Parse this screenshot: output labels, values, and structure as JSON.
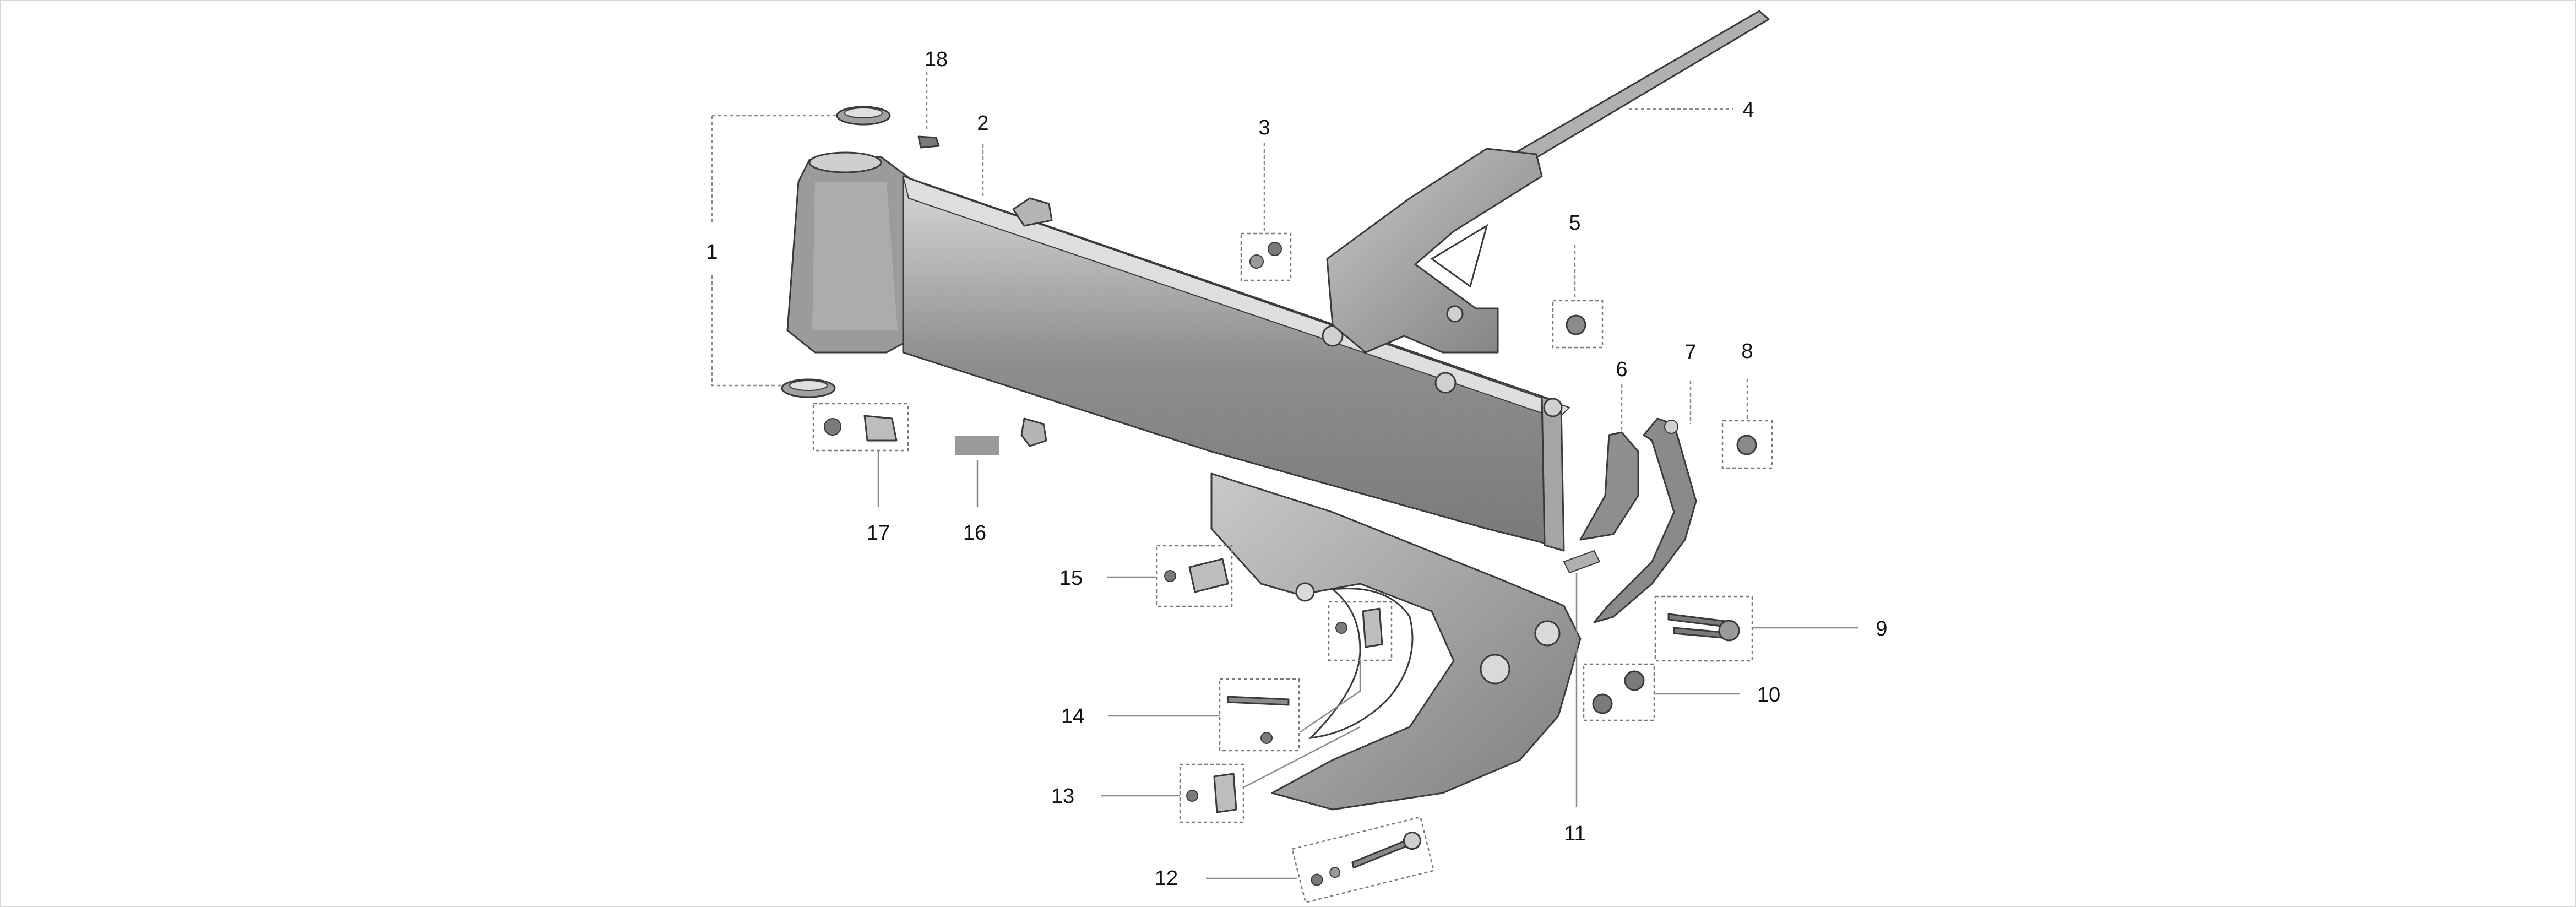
{
  "diagram": {
    "part_labels": [
      {
        "id": "1",
        "text": "1"
      },
      {
        "id": "2",
        "text": "2"
      },
      {
        "id": "3",
        "text": "3"
      },
      {
        "id": "4",
        "text": "4"
      },
      {
        "id": "5",
        "text": "5"
      },
      {
        "id": "6",
        "text": "6"
      },
      {
        "id": "7",
        "text": "7"
      },
      {
        "id": "8",
        "text": "8"
      },
      {
        "id": "9",
        "text": "9"
      },
      {
        "id": "10",
        "text": "10"
      },
      {
        "id": "11",
        "text": "11"
      },
      {
        "id": "12",
        "text": "12"
      },
      {
        "id": "13",
        "text": "13"
      },
      {
        "id": "14",
        "text": "14"
      },
      {
        "id": "15",
        "text": "15"
      },
      {
        "id": "16",
        "text": "16"
      },
      {
        "id": "17",
        "text": "17"
      },
      {
        "id": "18",
        "text": "18"
      }
    ]
  },
  "colors": {
    "body_dark": "#8c8c8c",
    "body_mid": "#a9a9a9",
    "body_light": "#cfcfcf",
    "outline": "#3a3a3a",
    "leader": "#8a8a8a"
  }
}
